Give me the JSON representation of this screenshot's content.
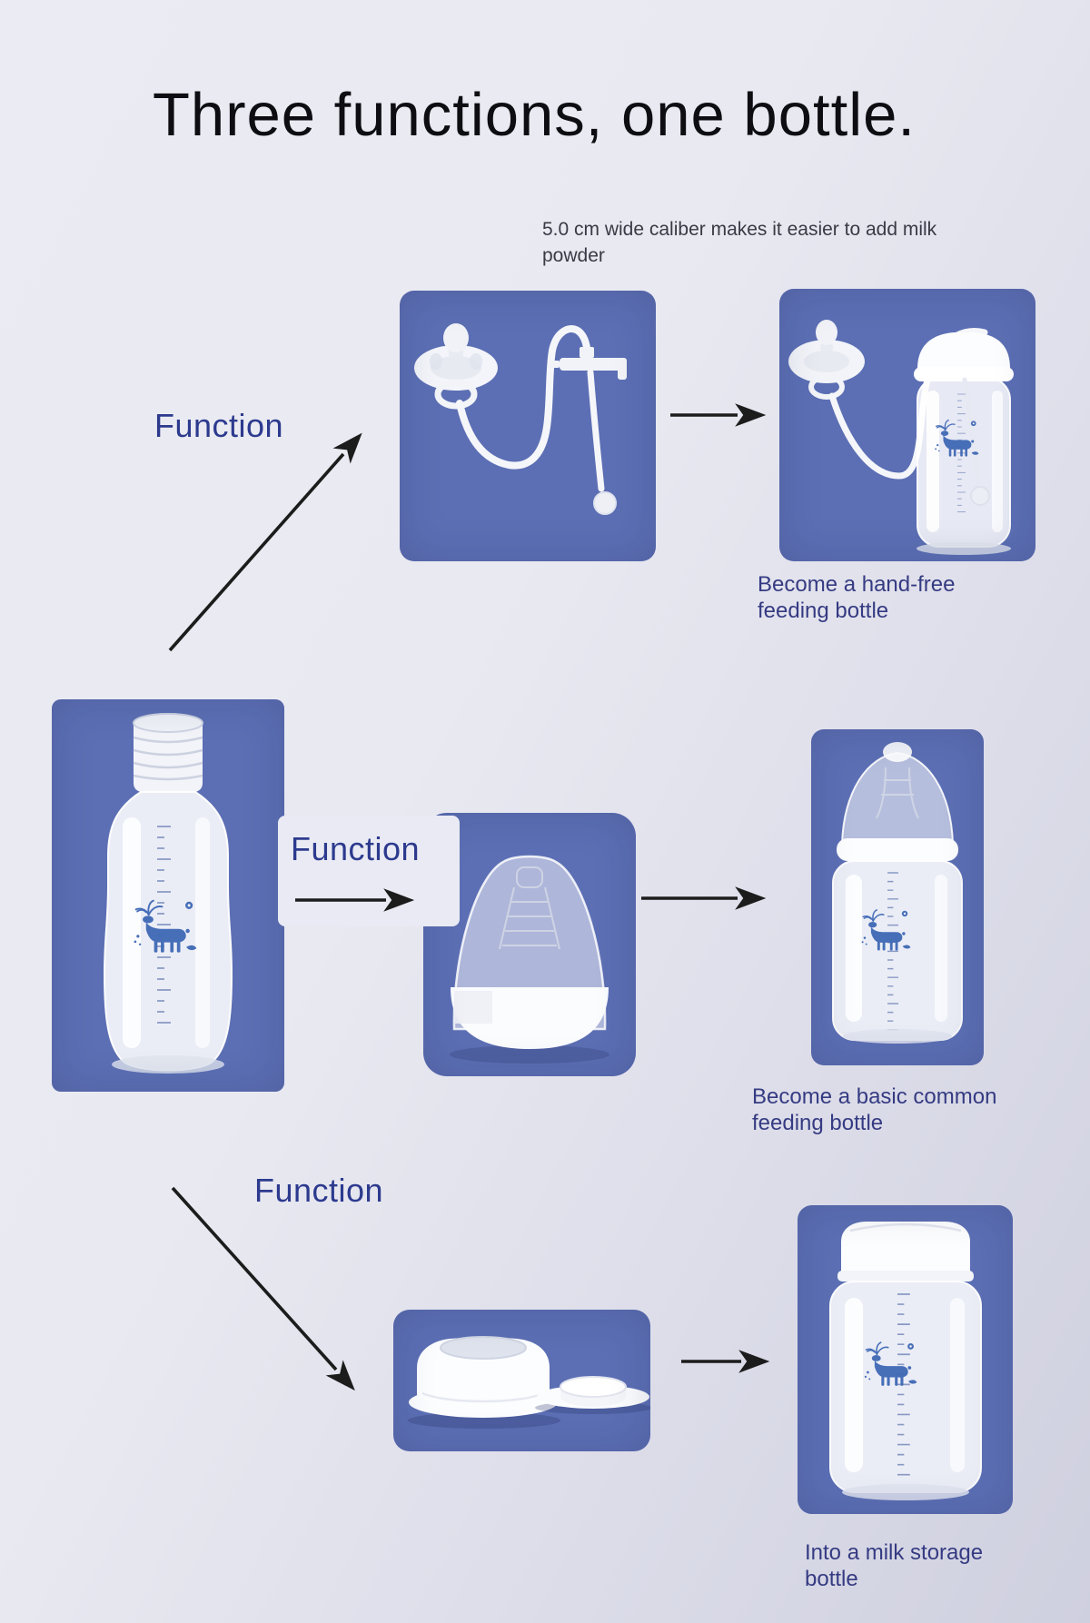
{
  "header": {
    "title": "Three functions, one bottle.",
    "subtitle": "5.0 cm wide caliber makes it easier to add milk powder"
  },
  "functions": [
    {
      "label": "Function"
    },
    {
      "label": "Function"
    },
    {
      "label": "Function"
    }
  ],
  "captions": {
    "hand_free": "Become a hand-free feeding bottle",
    "basic": "Become a basic common feeding bottle",
    "storage": "Into a milk storage bottle"
  },
  "colors": {
    "panel_blue": "#5c6fb4",
    "panel_blue_deep": "#4d61a6",
    "art_blue": "#3f69b5",
    "title_ink": "#0d0d12",
    "subtitle_ink": "#3a3a46",
    "label_navy": "#2c3a8e",
    "caption_navy": "#353b82",
    "arrow_ink": "#1c1c1c",
    "bg_light": "#ebebf3",
    "bg_dark": "#cfd0df"
  }
}
